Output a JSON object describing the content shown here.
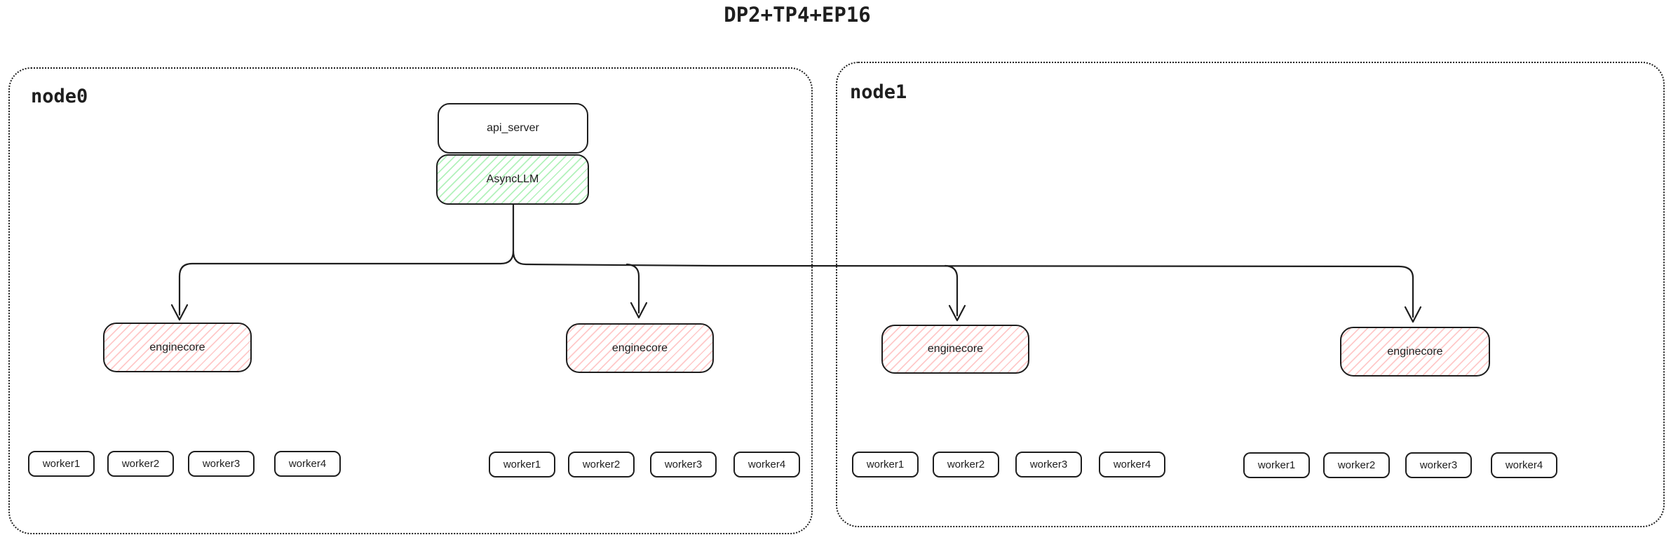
{
  "title": "DP2+TP4+EP16",
  "colors": {
    "stroke": "#1e1e1e",
    "async_llm_fill": "#b2f2bb",
    "enginecore_fill": "#ffc9c9",
    "background": "#ffffff"
  },
  "api_server": {
    "label": "api_server"
  },
  "async_llm": {
    "label": "AsyncLLM"
  },
  "nodes": [
    {
      "label": "node0",
      "engine_groups": [
        {
          "enginecore_label": "enginecore",
          "workers": [
            "worker1",
            "worker2",
            "worker3",
            "worker4"
          ]
        },
        {
          "enginecore_label": "enginecore",
          "workers": [
            "worker1",
            "worker2",
            "worker3",
            "worker4"
          ]
        }
      ]
    },
    {
      "label": "node1",
      "engine_groups": [
        {
          "enginecore_label": "enginecore",
          "workers": [
            "worker1",
            "worker2",
            "worker3",
            "worker4"
          ]
        },
        {
          "enginecore_label": "enginecore",
          "workers": [
            "worker1",
            "worker2",
            "worker3",
            "worker4"
          ]
        }
      ]
    }
  ]
}
